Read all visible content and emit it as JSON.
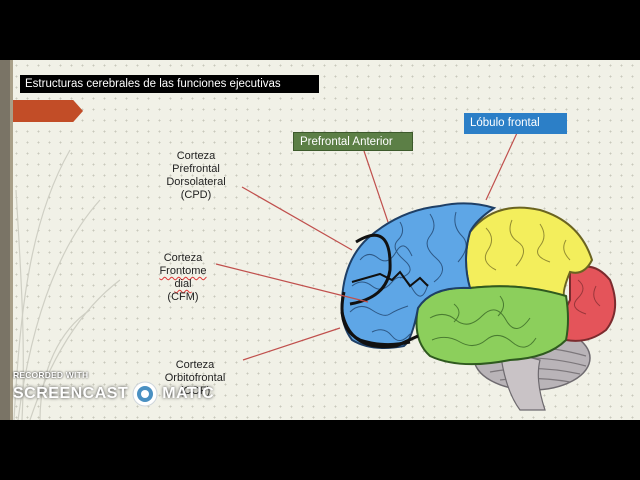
{
  "slide": {
    "title": "Estructuras cerebrales de las funciones ejecutivas"
  },
  "tags": {
    "prefrontal_anterior": "Prefrontal Anterior",
    "lobulo_frontal": "Lóbulo frontal"
  },
  "labels": {
    "cpd": [
      "Corteza",
      "Prefrontal",
      "Dorsolateral",
      "(CPD)"
    ],
    "cfm": [
      "Corteza",
      "Frontome",
      "dial",
      "(CFM)"
    ],
    "cof": [
      "Corteza",
      "Orbitofrontal",
      "(COF)"
    ]
  },
  "watermark": {
    "small": "RECORDED WITH",
    "brand_left": "SCREENCAST",
    "brand_right": "MATIC"
  },
  "colors": {
    "blue_lobe": "#5ea6e6",
    "yellow_lobe": "#f3ee5c",
    "green_lobe": "#8ccf5c",
    "red_lobe": "#e4545a",
    "accent": "#c24d27",
    "tag_green": "#5c7f46",
    "tag_blue": "#2c7fc7"
  }
}
